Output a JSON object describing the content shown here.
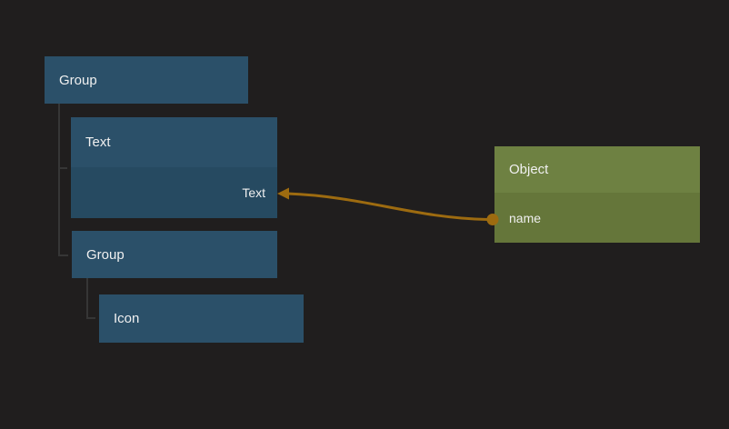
{
  "colors": {
    "canvas_bg": "#201e1e",
    "node_blue_header": "#2b5069",
    "node_blue_row": "#264a61",
    "node_green_header": "#6e8142",
    "node_green_row": "#65763a",
    "tree_line": "#363636",
    "link": "#9d6b10",
    "label_text": "#f0f0f0"
  },
  "nodes": {
    "group1": {
      "label": "Group"
    },
    "text": {
      "label": "Text",
      "input_property": "Text"
    },
    "group2": {
      "label": "Group"
    },
    "icon": {
      "label": "Icon"
    },
    "object": {
      "label": "Object",
      "output_property": "name"
    }
  },
  "connection": {
    "from": "Object.name",
    "to": "Text.Text"
  }
}
